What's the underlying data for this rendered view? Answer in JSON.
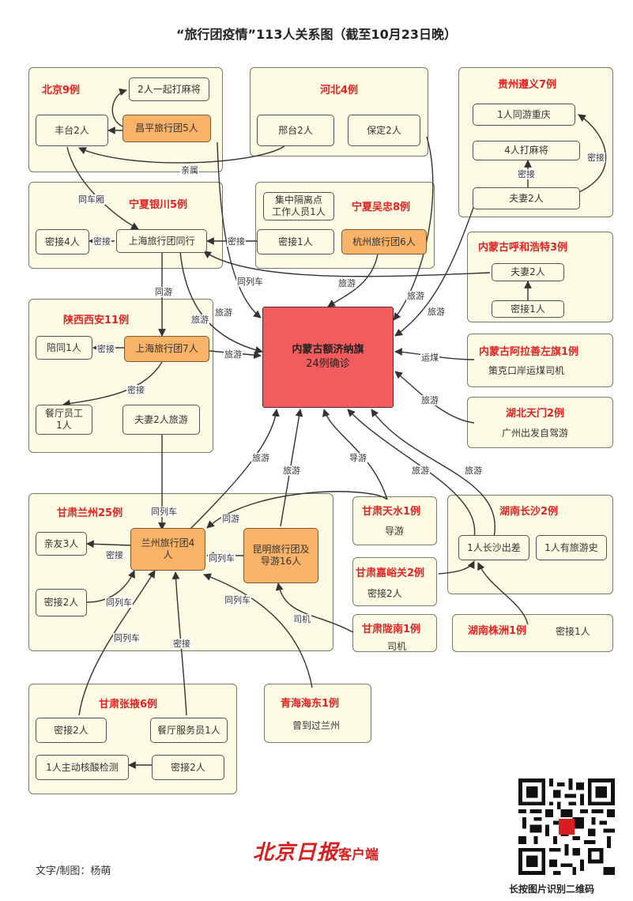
{
  "title": "“旅行团疫情”113人关系图（截至10月23日晚）",
  "center": {
    "line1": "内蒙古额济纳旗",
    "line2": "24例确诊"
  },
  "groups": {
    "beijing": {
      "title": "北京9例",
      "b1": "2人一起打麻将",
      "b2": "丰台2人",
      "b3": "昌平旅行团5人"
    },
    "hebei": {
      "title": "河北4例",
      "b1": "邢台2人",
      "b2": "保定2人"
    },
    "guizhou": {
      "title": "贵州遵义7例",
      "b1": "1人同游重庆",
      "b2": "4人打麻将",
      "b3": "夫妻2人"
    },
    "ningxia_yc": {
      "title": "宁夏银川5例",
      "b1": "密接4人",
      "b2": "上海旅行团同行"
    },
    "ningxia_wz": {
      "title": "宁夏吴忠8例",
      "b1": "集中隔离点\n工作人员1人",
      "b2": "密接1人",
      "b3": "杭州旅行团6人"
    },
    "huhehaote": {
      "title": "内蒙古呼和浩特3例",
      "b1": "夫妻2人",
      "b2": "密接1人"
    },
    "shaanxi": {
      "title": "陕西西安11例",
      "b1": "陪同1人",
      "b2": "上海旅行团7人",
      "b3": "餐厅员工\n1人",
      "b4": "夫妻2人旅游"
    },
    "alashan": {
      "title": "内蒙古阿拉善左旗1例",
      "desc": "策克口岸运煤司机"
    },
    "hubei": {
      "title": "湖北天门2例",
      "desc": "广州出发自驾游"
    },
    "lanzhou": {
      "title": "甘肃兰州25例",
      "b1": "亲友3人",
      "b2": "兰州旅行团4\n人",
      "b3": "昆明旅行团及\n导游16人",
      "b4": "密接2人"
    },
    "tianshui": {
      "title": "甘肃天水1例",
      "desc": "导游"
    },
    "changsha": {
      "title": "湖南长沙2例",
      "b1": "1人长沙出差",
      "b2": "1人有旅游史"
    },
    "jiayuguan": {
      "title": "甘肃嘉峪关2例",
      "desc": "密接2人"
    },
    "longnan": {
      "title": "甘肃陇南1例",
      "desc": "司机"
    },
    "zhuzhou": {
      "title": "湖南株洲1例",
      "desc": "密接1人"
    },
    "zhangye": {
      "title": "甘肃张掖6例",
      "b1": "密接2人",
      "b2": "餐厅服务员1人",
      "b3": "1人主动核酸检测",
      "b4": "密接2人"
    },
    "qinghai": {
      "title": "青海海东1例",
      "desc": "曾到过兰州"
    }
  },
  "labels": {
    "qinshu": "亲属",
    "tongxiang": "同车厢",
    "mijie": "密接",
    "tonglieche": "同列车",
    "lvyou": "旅游",
    "tongyou": "同游",
    "yunmei": "运煤",
    "daoyou": "导游",
    "siji": "司机"
  },
  "footer": {
    "credit": "文字/制图：杨萌",
    "logo": "北京日报",
    "logo_suffix": "客户端",
    "qr_caption": "长按图片识别二维码"
  },
  "colors": {
    "title_red": "#e02424",
    "group_bg": "#fdfbe3",
    "orange_box": "#f8b369",
    "center_red": "#f25c5f"
  }
}
